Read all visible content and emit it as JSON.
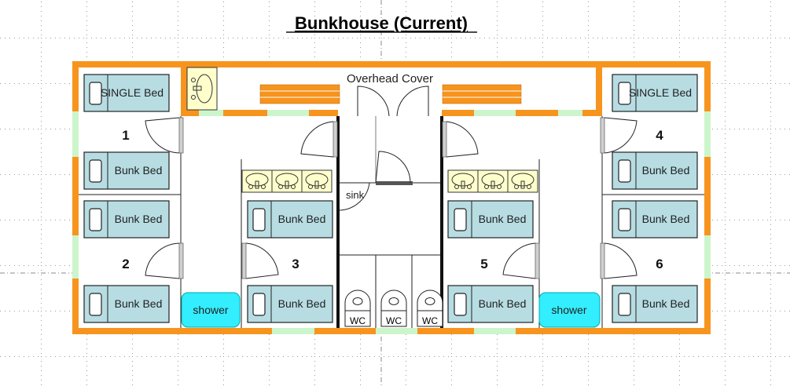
{
  "title": "Bunkhouse (Current)",
  "overhead_label": "Overhead Cover",
  "beds": {
    "single_left": "SINGLE Bed",
    "single_right": "SINGLE Bed",
    "bunk": "Bunk Bed"
  },
  "room_numbers": [
    "1",
    "2",
    "3",
    "4",
    "5",
    "6"
  ],
  "shower_label": "shower",
  "sink_label": "sink",
  "wc_label": "WC",
  "colors": {
    "wall": "#f7941d",
    "window": "#ccf5cc",
    "bed": "#b7dde3",
    "shower": "#33eeff",
    "sink": "#ffffcc"
  }
}
